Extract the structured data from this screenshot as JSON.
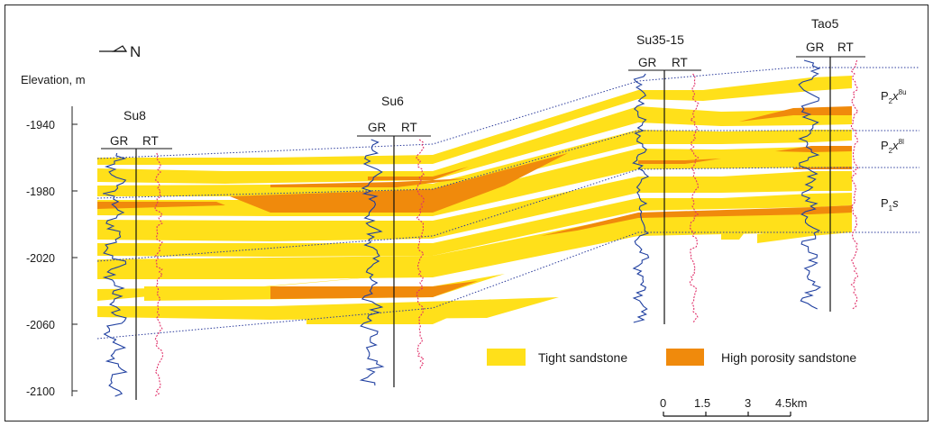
{
  "north_arrow": {
    "label": "N"
  },
  "axis": {
    "label": "Elevation, m",
    "ticks": [
      "-1940",
      "-1980",
      "-2020",
      "-2060",
      "-2100"
    ]
  },
  "wells": [
    {
      "name": "Su8",
      "log_left": "GR",
      "log_right": "RT"
    },
    {
      "name": "Su6",
      "log_left": "GR",
      "log_right": "RT"
    },
    {
      "name": "Su35-15",
      "log_left": "GR",
      "log_right": "RT"
    },
    {
      "name": "Tao5",
      "log_left": "GR",
      "log_right": "RT"
    }
  ],
  "formations": [
    {
      "main": "P",
      "sub": "2",
      "letter": "x",
      "sup": "8u"
    },
    {
      "main": "P",
      "sub": "2",
      "letter": "x",
      "sup": "8l"
    },
    {
      "main": "P",
      "sub": "1",
      "letter": "s",
      "sup": ""
    }
  ],
  "legend": {
    "tight": {
      "label": "Tight sandstone",
      "color": "#FFE01A"
    },
    "high": {
      "label": "High porosity sandstone",
      "color": "#F08A0C"
    }
  },
  "scale_bar": {
    "labels": [
      "0",
      "1.5",
      "3",
      "4.5km"
    ]
  },
  "colors": {
    "gr_curve": "#1f3fa0",
    "rt_curve": "#e0306a",
    "boundary": "#2c3c9c"
  }
}
